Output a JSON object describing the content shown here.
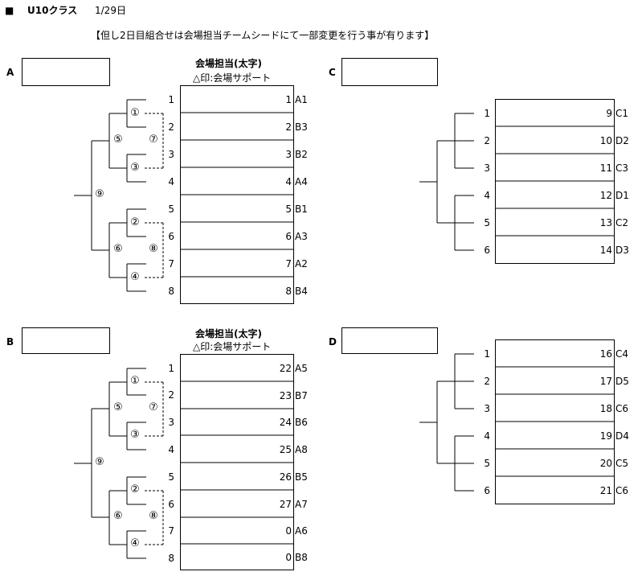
{
  "header": {
    "bullet": "■",
    "class_name": "U10クラス",
    "date": "1/29日",
    "note": "【但し2日目組合せは会場担当チームシードにて一部変更を行う事が有ります】"
  },
  "venue_caption": {
    "title": "会場担当(太字)",
    "subtitle": "△印:会場サポート"
  },
  "groups": {
    "A": {
      "label": "A",
      "seeds": [
        "1",
        "2",
        "3",
        "4",
        "5",
        "6",
        "7",
        "8"
      ],
      "matches": [
        "①",
        "③",
        "②",
        "④",
        "⑤",
        "⑥",
        "⑦",
        "⑧",
        "⑨"
      ],
      "rows": [
        {
          "num": "1",
          "code": "A1"
        },
        {
          "num": "2",
          "code": "B3"
        },
        {
          "num": "3",
          "code": "B2"
        },
        {
          "num": "4",
          "code": "A4"
        },
        {
          "num": "5",
          "code": "B1"
        },
        {
          "num": "6",
          "code": "A3"
        },
        {
          "num": "7",
          "code": "A2"
        },
        {
          "num": "8",
          "code": "B4"
        }
      ]
    },
    "B": {
      "label": "B",
      "seeds": [
        "1",
        "2",
        "3",
        "4",
        "5",
        "6",
        "7",
        "8"
      ],
      "matches": [
        "①",
        "③",
        "②",
        "④",
        "⑤",
        "⑥",
        "⑦",
        "⑧",
        "⑨"
      ],
      "rows": [
        {
          "num": "22",
          "code": "A5"
        },
        {
          "num": "23",
          "code": "B7"
        },
        {
          "num": "24",
          "code": "B6"
        },
        {
          "num": "25",
          "code": "A8"
        },
        {
          "num": "26",
          "code": "B5"
        },
        {
          "num": "27",
          "code": "A7"
        },
        {
          "num": "0",
          "code": "A6"
        },
        {
          "num": "0",
          "code": "B8"
        }
      ]
    },
    "C": {
      "label": "C",
      "seeds": [
        "1",
        "2",
        "3",
        "4",
        "5",
        "6"
      ],
      "rows": [
        {
          "num": "9",
          "code": "C1"
        },
        {
          "num": "10",
          "code": "D2"
        },
        {
          "num": "11",
          "code": "C3"
        },
        {
          "num": "12",
          "code": "D1"
        },
        {
          "num": "13",
          "code": "C2"
        },
        {
          "num": "14",
          "code": "D3"
        }
      ]
    },
    "D": {
      "label": "D",
      "seeds": [
        "1",
        "2",
        "3",
        "4",
        "5",
        "6"
      ],
      "rows": [
        {
          "num": "16",
          "code": "C4"
        },
        {
          "num": "17",
          "code": "D5"
        },
        {
          "num": "18",
          "code": "C6"
        },
        {
          "num": "19",
          "code": "D4"
        },
        {
          "num": "20",
          "code": "C5"
        },
        {
          "num": "21",
          "code": "C6"
        }
      ]
    }
  }
}
